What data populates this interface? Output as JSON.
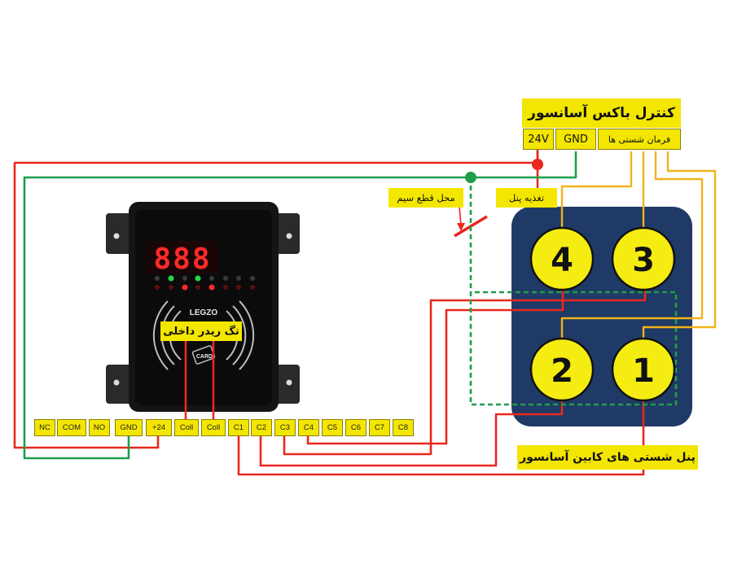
{
  "control_box": {
    "title": "کنترل باکس آسانسور",
    "power_24v": "24V",
    "gnd": "GND",
    "floor_command": "فرمان شستی ها"
  },
  "labels": {
    "panel_power": "تغذیه پنل",
    "wire_cut_location": "محل قطع سیم",
    "internal_tag_reader": "تگ ریدر داخلی",
    "cabin_button_panel": "پنل شستی های کابین آسانسور"
  },
  "device": {
    "display": "888",
    "brand": "LEGZO",
    "card": "CARD"
  },
  "terminals": [
    "NC",
    "COM",
    "NO",
    "GND",
    "+24",
    "Coll",
    "Coll",
    "C1",
    "C2",
    "C3",
    "C4",
    "C5",
    "C6",
    "C7",
    "C8"
  ],
  "buttons": [
    "4",
    "3",
    "2",
    "1"
  ],
  "colors": {
    "wire_red": "#e8281e",
    "wire_green": "#1f9e4a",
    "wire_yellow": "#f2b21a",
    "label_yellow": "#f3e600",
    "panel_navy": "#1f3a66",
    "button_yellow": "#f5ec12",
    "device_black": "#141414",
    "display_red": "#ff2a2a"
  }
}
